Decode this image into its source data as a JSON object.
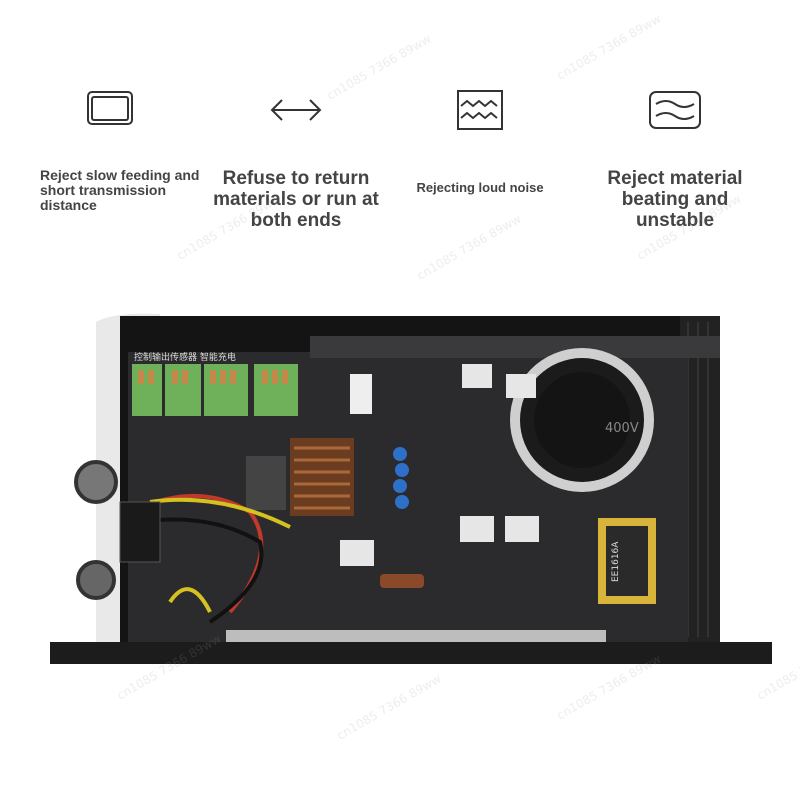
{
  "features": [
    {
      "icon": "rounded-rectangle-icon",
      "label": "Reject slow feeding and short transmission distance"
    },
    {
      "icon": "double-arrow-icon",
      "label": "Refuse to return materials or run at both ends"
    },
    {
      "icon": "wavy-lines-icon",
      "label": "Rejecting loud noise"
    },
    {
      "icon": "wave-rectangle-icon",
      "label": "Reject material beating and unstable"
    }
  ],
  "photo": {
    "subject": "controller-circuit-board",
    "labels": {
      "terminal_header": "控制输出传感器  智能充电",
      "capacitor": "400V",
      "transformer": "EE1616A"
    }
  },
  "watermark": {
    "text": "cn1085 7366 89ww"
  },
  "colors": {
    "text": "#444444",
    "icon_stroke": "#333333",
    "pcb": "#2b2b2d",
    "chassis": "#141414",
    "terminal": "#6fb05a"
  }
}
